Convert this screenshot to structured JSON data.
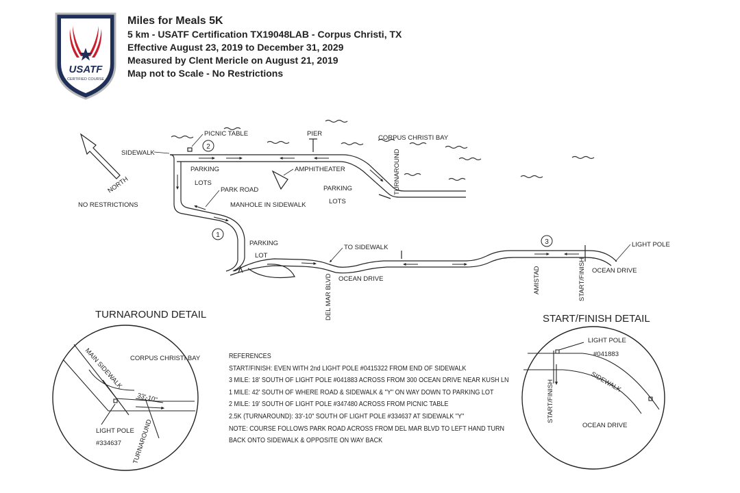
{
  "header": {
    "title": "Miles for Meals 5K",
    "lines": [
      "5 km - USATF Certification TX19048LAB - Corpus Christi, TX",
      "Effective August 23, 2019 to December 31, 2029",
      "Measured by Clent Mericle on August 21, 2019",
      "Map not to Scale - No Restrictions"
    ],
    "badge_text": "USATF",
    "badge_sub": "CERTIFIED COURSE"
  },
  "map_labels": {
    "sidewalk": "SIDEWALK",
    "picnic_table": "PICNIC TABLE",
    "pier": "PIER",
    "corpus_christi_bay": "CORPUS CHRISTI BAY",
    "amphitheater": "AMPHITHEATER",
    "parking_lots_1": "PARKING",
    "parking_lots_1b": "LOTS",
    "park_road": "PARK ROAD",
    "parking_lots_2": "PARKING",
    "parking_lots_2b": "LOTS",
    "turnaround": "TURNAROUND",
    "north": "NORTH",
    "no_restrictions": "NO RESTRICTIONS",
    "manhole": "MANHOLE IN SIDEWALK",
    "parking_lot": "PARKING",
    "parking_lot_b": "LOT",
    "to_sidewalk": "TO SIDEWALK",
    "ocean_drive": "OCEAN DRIVE",
    "del_mar_blvd": "DEL MAR BLVD",
    "amistad": "AMISTAD",
    "start_finish": "START/FINISH",
    "light_pole": "LIGHT POLE",
    "ocean_drive_2": "OCEAN DRIVE"
  },
  "markers": [
    "1",
    "2",
    "3"
  ],
  "turnaround_detail": {
    "title": "TURNAROUND DETAIL",
    "main_sidewalk": "MAIN SIDEWALK",
    "bay": "CORPUS CHRISTI BAY",
    "distance": "33'-10\"",
    "light_pole": "LIGHT POLE",
    "pole_id": "#334637",
    "turnaround": "TURNAROUND"
  },
  "start_finish_detail": {
    "title": "START/FINISH DETAIL",
    "light_pole": "LIGHT POLE",
    "pole_id": "#041883",
    "sidewalk": "SIDEWALK",
    "start_finish": "START/FINISH",
    "ocean_drive": "OCEAN DRIVE"
  },
  "references": {
    "heading": "REFERENCES",
    "items": [
      "START/FINISH: EVEN WITH 2nd LIGHT POLE  #0415322 FROM END OF SIDEWALK",
      "3 MILE: 18' SOUTH OF LIGHT POLE #041883 ACROSS FROM 300 OCEAN DRIVE NEAR KUSH LN",
      "1 MILE: 42' SOUTH OF WHERE ROAD & SIDEWALK & \"Y\" ON WAY DOWN TO PARKING LOT",
      "2 MILE: 19' SOUTH OF LIGHT POLE #347480 ACROSS FROM PICNIC TABLE",
      "2.5K (TURNAROUND):  33'-10\" SOUTH OF LIGHT POLE #334637 AT SIDEWALK \"Y\"",
      "NOTE: COURSE FOLLOWS PARK ROAD ACROSS FROM DEL MAR BLVD TO LEFT HAND TURN",
      "BACK ONTO SIDEWALK & OPPOSITE ON WAY BACK"
    ]
  }
}
